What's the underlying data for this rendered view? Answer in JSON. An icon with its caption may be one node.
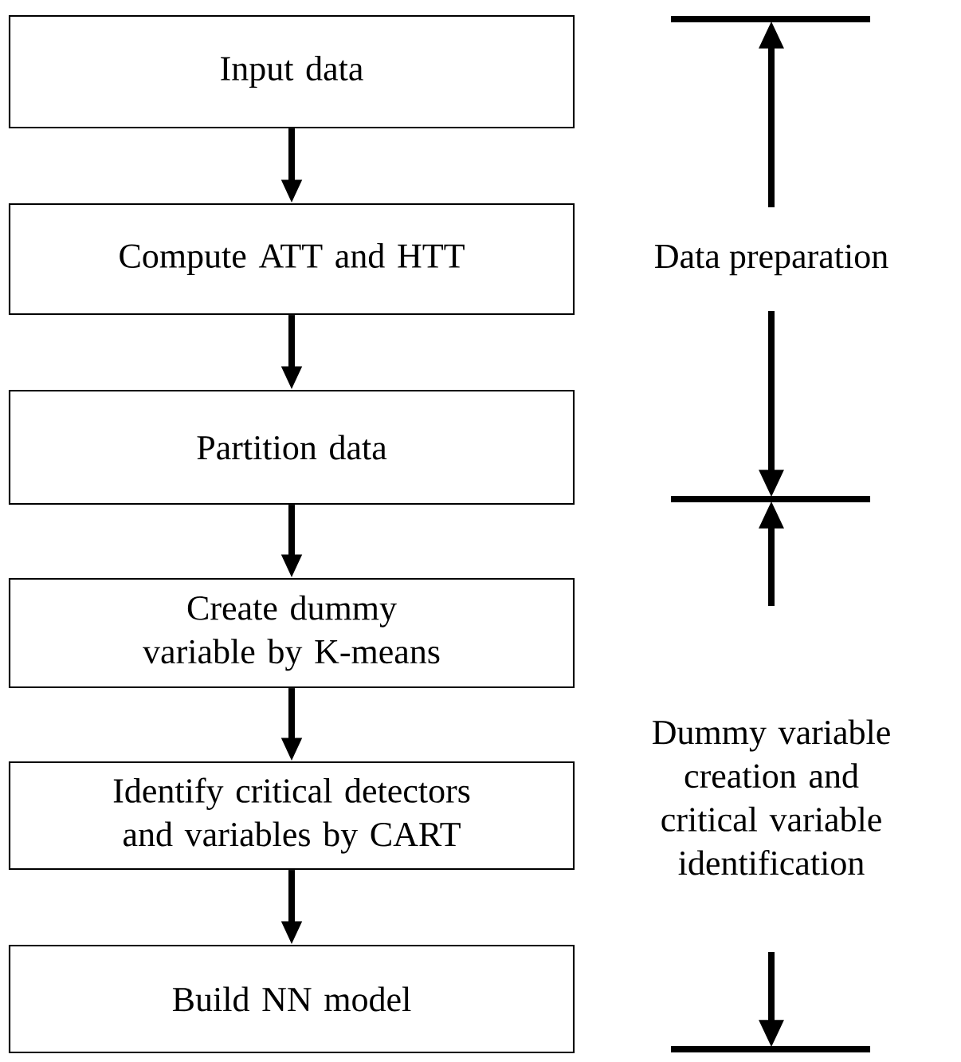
{
  "diagram": {
    "nodes": [
      {
        "text": [
          "Input data"
        ]
      },
      {
        "text": [
          "Compute ATT and HTT"
        ]
      },
      {
        "text": [
          "Partition data"
        ]
      },
      {
        "text": [
          "Create dummy variable by K-means"
        ]
      },
      {
        "text": [
          "Identify critical detectors and variables by CART"
        ]
      },
      {
        "text": [
          "Build NN model"
        ]
      }
    ],
    "edges": [
      {
        "from": 0,
        "to": 1,
        "arrow": "to"
      },
      {
        "from": 1,
        "to": 2,
        "arrow": "to"
      },
      {
        "from": 2,
        "to": 3,
        "arrow": "to"
      },
      {
        "from": 3,
        "to": 4,
        "arrow": "to"
      },
      {
        "from": 4,
        "to": 5,
        "arrow": "to"
      }
    ],
    "labels": [
      "Data preparation",
      "Dummy variable creation and critical variable identification"
    ]
  }
}
